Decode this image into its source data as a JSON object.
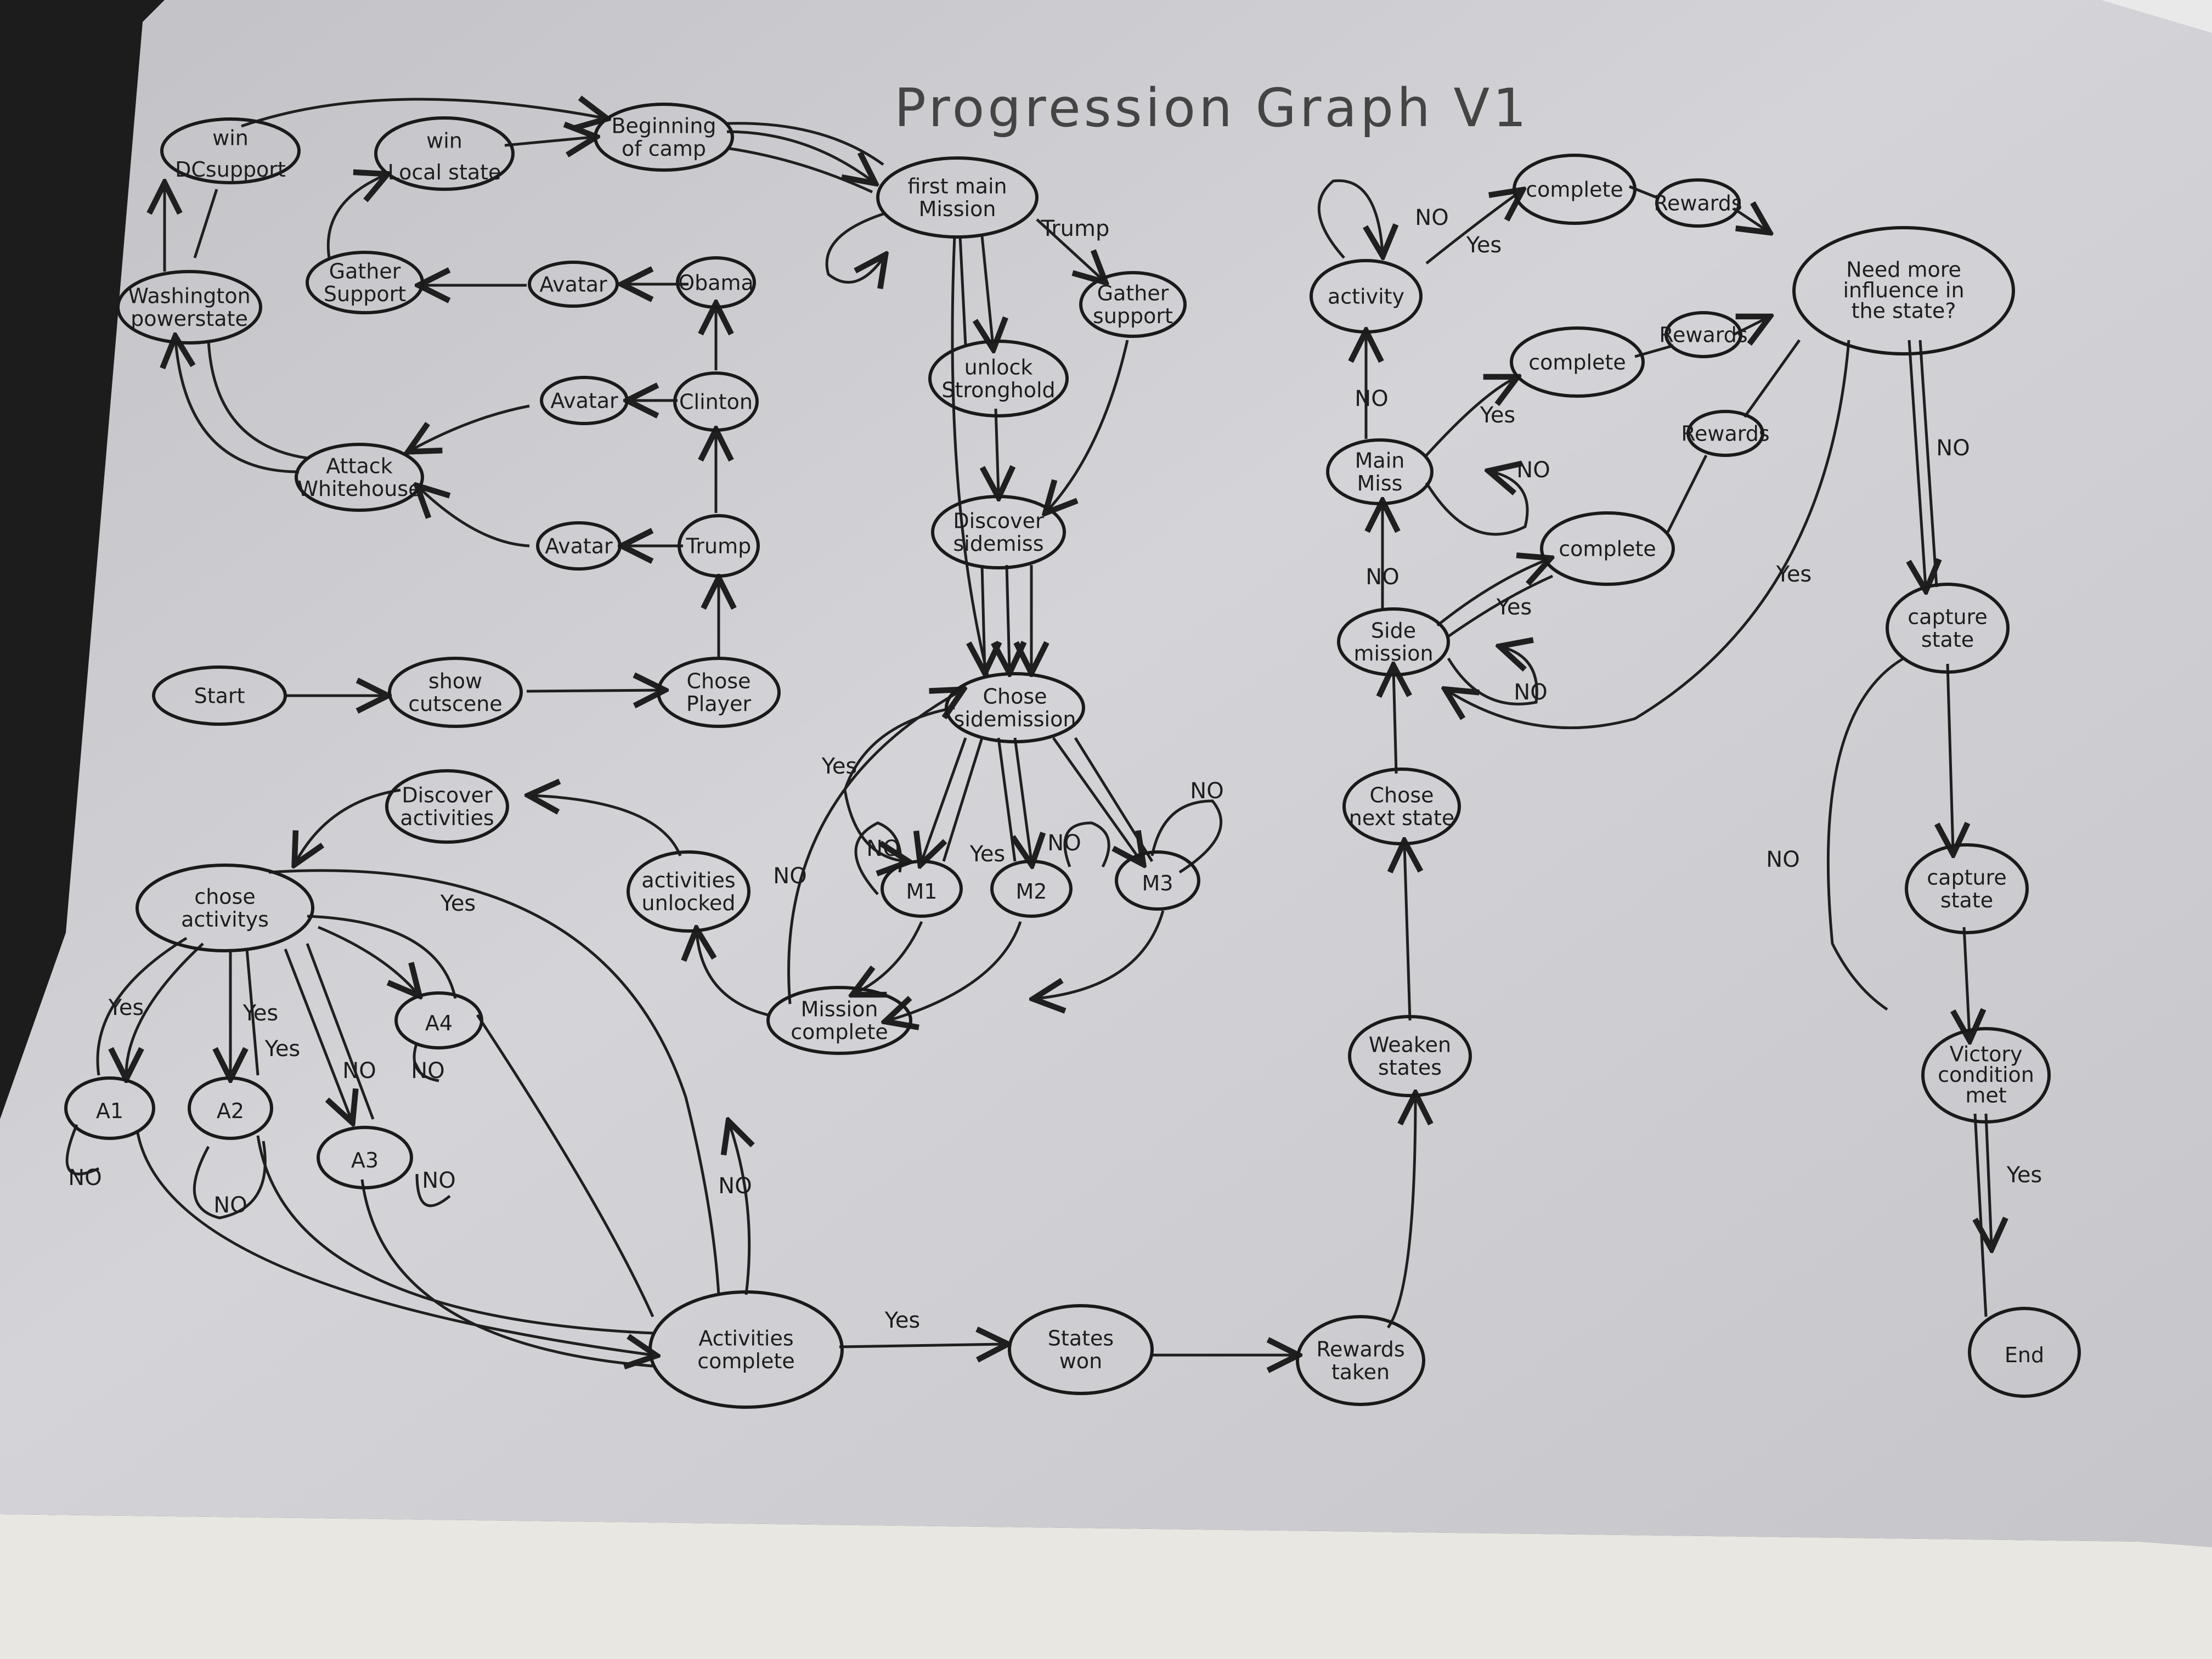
{
  "title": "Progression Graph V1",
  "nodes": [
    {
      "id": "start",
      "lines": [
        "Start"
      ]
    },
    {
      "id": "show_cutscene",
      "lines": [
        "show",
        "cutscene"
      ]
    },
    {
      "id": "chose_player",
      "lines": [
        "Chose",
        "Player"
      ]
    },
    {
      "id": "trump",
      "lines": [
        "Trump"
      ]
    },
    {
      "id": "clinton",
      "lines": [
        "Clinton"
      ]
    },
    {
      "id": "obama",
      "lines": [
        "Obama"
      ]
    },
    {
      "id": "avatar_trump",
      "lines": [
        "Avatar"
      ]
    },
    {
      "id": "avatar_clinton",
      "lines": [
        "Avatar"
      ]
    },
    {
      "id": "avatar_obama",
      "lines": [
        "Avatar"
      ]
    },
    {
      "id": "attack_whitehouse",
      "lines": [
        "Attack",
        "Whitehouse"
      ]
    },
    {
      "id": "gather_support_left",
      "lines": [
        "Gather",
        "Support"
      ]
    },
    {
      "id": "washington_powerstate",
      "lines": [
        "Washington",
        "powerstate"
      ]
    },
    {
      "id": "win_dc_support",
      "lines": [
        "win",
        "DCsupport"
      ]
    },
    {
      "id": "win_local_state",
      "lines": [
        "win",
        "Local state"
      ]
    },
    {
      "id": "beginning_of_camp",
      "lines": [
        "Beginning",
        "of camp"
      ]
    },
    {
      "id": "first_main_mission",
      "lines": [
        "first main",
        "Mission"
      ]
    },
    {
      "id": "gather_support_right",
      "lines": [
        "Gather",
        "support"
      ]
    },
    {
      "id": "unlock_stronghold",
      "lines": [
        "unlock",
        "Stronghold"
      ]
    },
    {
      "id": "discover_sidemiss",
      "lines": [
        "Discover",
        "sidemiss"
      ]
    },
    {
      "id": "chose_sidemission",
      "lines": [
        "Chose",
        "sidemission"
      ]
    },
    {
      "id": "m1",
      "lines": [
        "M1"
      ]
    },
    {
      "id": "m2",
      "lines": [
        "M2"
      ]
    },
    {
      "id": "m3",
      "lines": [
        "M3"
      ]
    },
    {
      "id": "mission_complete",
      "lines": [
        "Mission",
        "complete"
      ]
    },
    {
      "id": "activities_unlocked",
      "lines": [
        "activities",
        "unlocked"
      ]
    },
    {
      "id": "discover_activities",
      "lines": [
        "Discover",
        "activities"
      ]
    },
    {
      "id": "chose_activitys",
      "lines": [
        "chose",
        "activitys"
      ]
    },
    {
      "id": "a1",
      "lines": [
        "A1"
      ]
    },
    {
      "id": "a2",
      "lines": [
        "A2"
      ]
    },
    {
      "id": "a3",
      "lines": [
        "A3"
      ]
    },
    {
      "id": "a4",
      "lines": [
        "A4"
      ]
    },
    {
      "id": "activities_complete",
      "lines": [
        "Activities",
        "complete"
      ]
    },
    {
      "id": "states_won",
      "lines": [
        "States",
        "won"
      ]
    },
    {
      "id": "rewards_taken",
      "lines": [
        "Rewards",
        "taken"
      ]
    },
    {
      "id": "weaken_states",
      "lines": [
        "Weaken",
        "states"
      ]
    },
    {
      "id": "chose_next_state",
      "lines": [
        "Chose",
        "next state"
      ]
    },
    {
      "id": "side_mission",
      "lines": [
        "Side",
        "mission"
      ]
    },
    {
      "id": "main_miss",
      "lines": [
        "Main",
        "Miss"
      ]
    },
    {
      "id": "activity",
      "lines": [
        "activity"
      ]
    },
    {
      "id": "complete_top",
      "lines": [
        "complete"
      ]
    },
    {
      "id": "rewards_top",
      "lines": [
        "Rewards"
      ]
    },
    {
      "id": "complete_mid",
      "lines": [
        "complete"
      ]
    },
    {
      "id": "rewards_mid",
      "lines": [
        "Rewards"
      ]
    },
    {
      "id": "complete_low",
      "lines": [
        "complete"
      ]
    },
    {
      "id": "rewards_low",
      "lines": [
        "Rewards"
      ]
    },
    {
      "id": "need_more_influence",
      "lines": [
        "Need more",
        "influence in",
        "the state?"
      ]
    },
    {
      "id": "capture_state_1",
      "lines": [
        "capture",
        "state"
      ]
    },
    {
      "id": "capture_state_2",
      "lines": [
        "capture",
        "state"
      ]
    },
    {
      "id": "victory_condition",
      "lines": [
        "Victory",
        "condition",
        "met"
      ]
    },
    {
      "id": "end",
      "lines": [
        "End"
      ]
    }
  ],
  "edge_labels": [
    {
      "id": "lbl_trump",
      "text": "Trump"
    },
    {
      "id": "lbl_yes_sidemission",
      "text": "Yes"
    },
    {
      "id": "lbl_no_sidemission",
      "text": "NO"
    },
    {
      "id": "lbl_no_m1",
      "text": "NO"
    },
    {
      "id": "lbl_yes_m2",
      "text": "Yes"
    },
    {
      "id": "lbl_no_m2",
      "text": "NO"
    },
    {
      "id": "lbl_no_m3",
      "text": "NO"
    },
    {
      "id": "lbl_yes_chose_act",
      "text": "Yes"
    },
    {
      "id": "lbl_yes_a1",
      "text": "Yes"
    },
    {
      "id": "lbl_no_a1",
      "text": "NO"
    },
    {
      "id": "lbl_yes_a2a",
      "text": "Yes"
    },
    {
      "id": "lbl_yes_a2b",
      "text": "Yes"
    },
    {
      "id": "lbl_no_a2",
      "text": "NO"
    },
    {
      "id": "lbl_no_a3a",
      "text": "NO"
    },
    {
      "id": "lbl_no_a3b",
      "text": "NO"
    },
    {
      "id": "lbl_no_a4",
      "text": "NO"
    },
    {
      "id": "lbl_no_act_complete",
      "text": "NO"
    },
    {
      "id": "lbl_yes_act_complete",
      "text": "Yes"
    },
    {
      "id": "lbl_no_activity_loop",
      "text": "NO"
    },
    {
      "id": "lbl_yes_activity",
      "text": "Yes"
    },
    {
      "id": "lbl_no_mainmiss_up",
      "text": "NO"
    },
    {
      "id": "lbl_yes_mainmiss",
      "text": "Yes"
    },
    {
      "id": "lbl_no_mainmiss_loop",
      "text": "NO"
    },
    {
      "id": "lbl_no_sidemiss_up",
      "text": "NO"
    },
    {
      "id": "lbl_yes_sidemiss",
      "text": "Yes"
    },
    {
      "id": "lbl_no_sidemiss_loop",
      "text": "NO"
    },
    {
      "id": "lbl_yes_influence",
      "text": "Yes"
    },
    {
      "id": "lbl_no_influence",
      "text": "NO"
    },
    {
      "id": "lbl_no_capture",
      "text": "NO"
    },
    {
      "id": "lbl_yes_victory",
      "text": "Yes"
    }
  ],
  "colors": {
    "paper": "#cfcfd3",
    "paper_shadow": "#a9a9ad",
    "ink": "#1a1a1a",
    "background": "#1c1c1c",
    "table": "#e8e7e2"
  }
}
